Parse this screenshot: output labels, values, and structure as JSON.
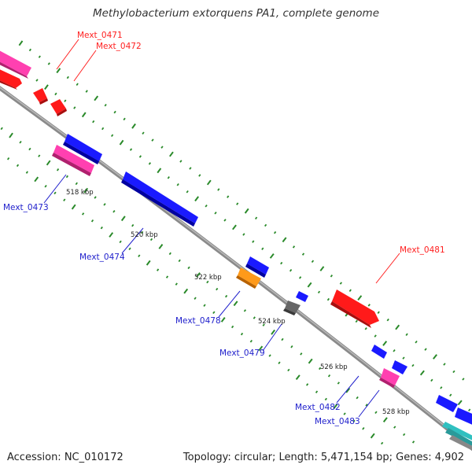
{
  "title": "Methylobacterium extorquens PA1, complete genome",
  "footer": {
    "accession": "Accession: NC_010172",
    "summary": "Topology: circular; Length: 5,471,154 bp; Genes: 4,902"
  },
  "colors": {
    "backbone": "#888888",
    "forward_gene": "#1a1aff",
    "reverse_gene": "#ff1a1a",
    "rna_pink": "#ff40b0",
    "orange": "#ff9a1a",
    "gray_gene": "#666666",
    "teal": "#30c0c0",
    "tick": "#2a8a2a"
  },
  "tick_labels": [
    "518 kbp",
    "520 kbp",
    "522 kbp",
    "524 kbp",
    "526 kbp",
    "528 kbp"
  ],
  "gene_labels": {
    "mext_0471": "Mext_0471",
    "mext_0472": "Mext_0472",
    "mext_0473": "Mext_0473",
    "mext_0474": "Mext_0474",
    "mext_0478": "Mext_0478",
    "mext_0479": "Mext_0479",
    "mext_0481": "Mext_0481",
    "mext_0482": "Mext_0482",
    "mext_0483": "Mext_0483"
  }
}
